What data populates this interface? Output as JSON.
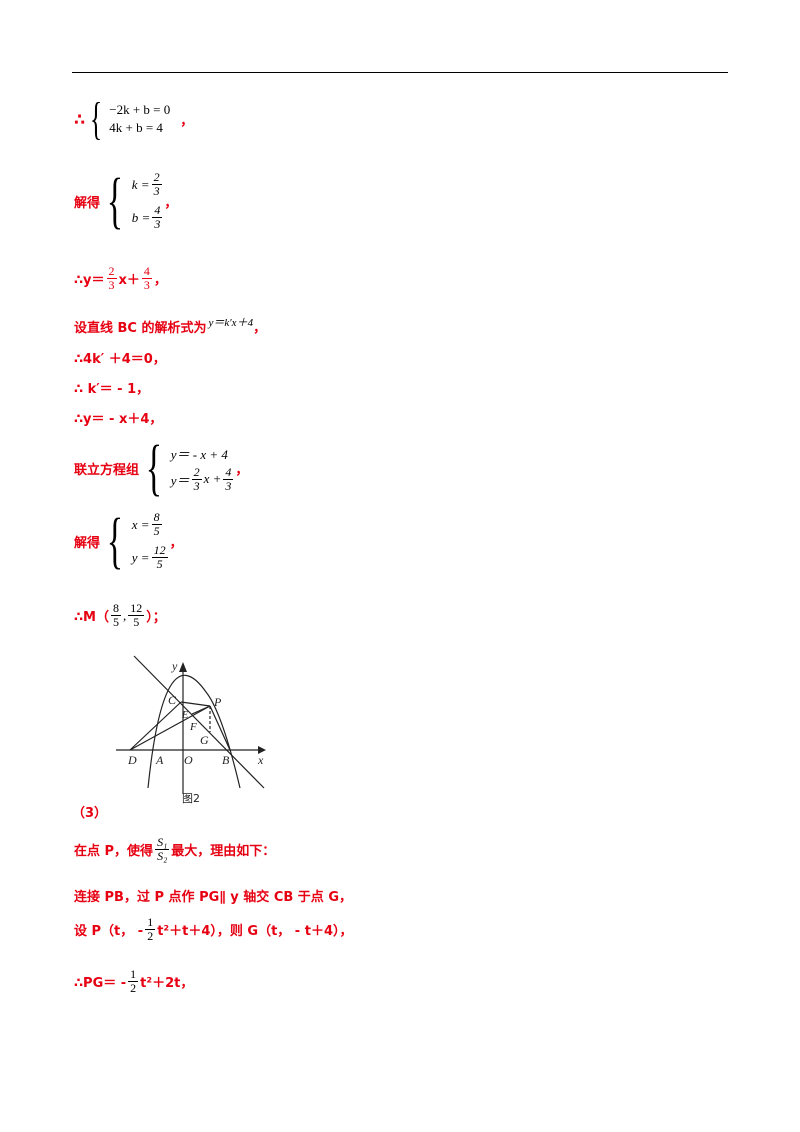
{
  "l1": {
    "therefore": "∴",
    "e1": "−2k + b = 0",
    "e2": "4k + b = 4",
    "tail": "，"
  },
  "l2": {
    "label": "解得",
    "k": "k =",
    "b": "b =",
    "kn": "2",
    "kd": "3",
    "bn": "4",
    "bd": "3",
    "tail": "，"
  },
  "l3": {
    "pre": "∴y＝",
    "n1": "2",
    "d1": "3",
    "mid": "x＋",
    "n2": "4",
    "d2": "3",
    "tail": "，"
  },
  "l4": {
    "text": "设直线 BC 的解析式为",
    "expr": "y＝k′x＋4",
    "tail": "，"
  },
  "l5": {
    "text": "∴4k′ ＋4＝0，"
  },
  "l6": {
    "text": "∴ k′＝ - 1，"
  },
  "l7": {
    "text": "∴y＝ - x＋4，"
  },
  "l8": {
    "label": "联立方程组",
    "e1": "y＝ - x + 4",
    "e2pre": "y＝",
    "n1": "2",
    "d1": "3",
    "mid": "x +",
    "n2": "4",
    "d2": "3",
    "tail": "，"
  },
  "l9": {
    "label": "解得",
    "x": "x =",
    "y": "y =",
    "xn": "8",
    "xd": "5",
    "yn": "12",
    "yd": "5",
    "tail": "，"
  },
  "l10": {
    "pre": "∴M（",
    "n1": "8",
    "d1": "5",
    "comma": ",",
    "n2": "12",
    "d2": "5",
    "tail": "）；"
  },
  "figure": {
    "labels": {
      "y": "y",
      "x": "x",
      "C": "C",
      "P": "P",
      "E": "E",
      "F": "F",
      "G": "G",
      "D": "D",
      "A": "A",
      "O": "O",
      "B": "B"
    },
    "caption": "图2"
  },
  "l11": {
    "text": "（3）"
  },
  "l12": {
    "pre": "在点 P，使得",
    "n": "S₁",
    "d": "S₂",
    "post": "最大，理由如下："
  },
  "l13": {
    "text": "连接 PB，过 P 点作 PG∥ y 轴交 CB 于点 G，"
  },
  "l14": {
    "pre": "设 P（t， -",
    "n": "1",
    "d": "2",
    "post": "t²＋t＋4），则 G（t， - t＋4），"
  },
  "l15": {
    "pre": "∴PG＝ -",
    "n": "1",
    "d": "2",
    "post": "t²＋2t，"
  }
}
